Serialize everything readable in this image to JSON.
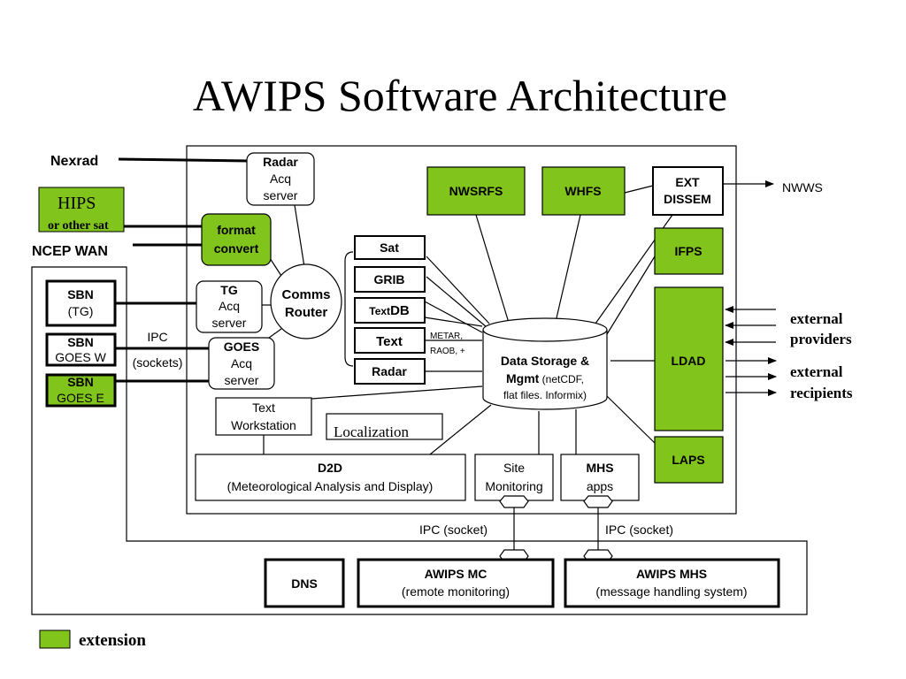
{
  "title": "AWIPS Software Architecture",
  "colors": {
    "extension": "#80c41c",
    "line": "#000000"
  },
  "inputs": {
    "nexrad": "Nexrad",
    "hips": "HIPS",
    "hips_sub": "or other sat",
    "ncep_wan": "NCEP WAN"
  },
  "sbn": {
    "tg": {
      "name": "SBN",
      "sub": "(TG)"
    },
    "goes_w": {
      "name": "SBN",
      "sub": "GOES W"
    },
    "goes_e": {
      "name": "SBN",
      "sub": "GOES E"
    }
  },
  "ipc": {
    "line1": "IPC",
    "line2": "(sockets)"
  },
  "servers": {
    "radar": {
      "name": "Radar",
      "l2": "Acq",
      "l3": "server"
    },
    "format": {
      "l1": "format",
      "l2": "convert"
    },
    "tg": {
      "name": "TG",
      "l2": "Acq",
      "l3": "server"
    },
    "goes": {
      "name": "GOES",
      "l2": "Acq",
      "l3": "server"
    },
    "comms": {
      "l1": "Comms",
      "l2": "Router"
    }
  },
  "decoders": {
    "sat": "Sat",
    "grib": "GRIB",
    "textdb_a": "Text",
    "textdb_b": "DB",
    "text": "Text",
    "radar": "Radar",
    "note1": "METAR,",
    "note2": "RAOB, +"
  },
  "storage": {
    "l1": "Data Storage &",
    "l2a": "Mgmt",
    "l2b": " (netCDF,",
    "l3": "flat files. Informix)"
  },
  "apps": {
    "nwsrfs": "NWSRFS",
    "whfs": "WHFS",
    "ext": {
      "l1": "EXT",
      "l2": "DISSEM"
    },
    "nwws": "NWWS",
    "ifps": "IFPS",
    "ldad": "LDAD",
    "laps": "LAPS",
    "text_ws": {
      "l1": "Text",
      "l2": "Workstation"
    },
    "localization": "Localization",
    "d2d": {
      "l1": "D2D",
      "l2": "(Meteorological Analysis and Display)"
    },
    "site_mon": {
      "l1": "Site",
      "l2": "Monitoring"
    },
    "mhs": {
      "l1": "MHS",
      "l2": "apps"
    }
  },
  "external": {
    "p1": "external",
    "p2": "providers",
    "r1": "external",
    "r2": "recipients"
  },
  "bottom": {
    "ipc_left": "IPC (socket)",
    "ipc_right": "IPC (socket)",
    "dns": "DNS",
    "mc": {
      "l1": "AWIPS MC",
      "l2": "(remote monitoring)"
    },
    "mhs": {
      "l1": "AWIPS MHS",
      "l2": "(message handling system)"
    }
  },
  "legend": {
    "label": "extension"
  }
}
